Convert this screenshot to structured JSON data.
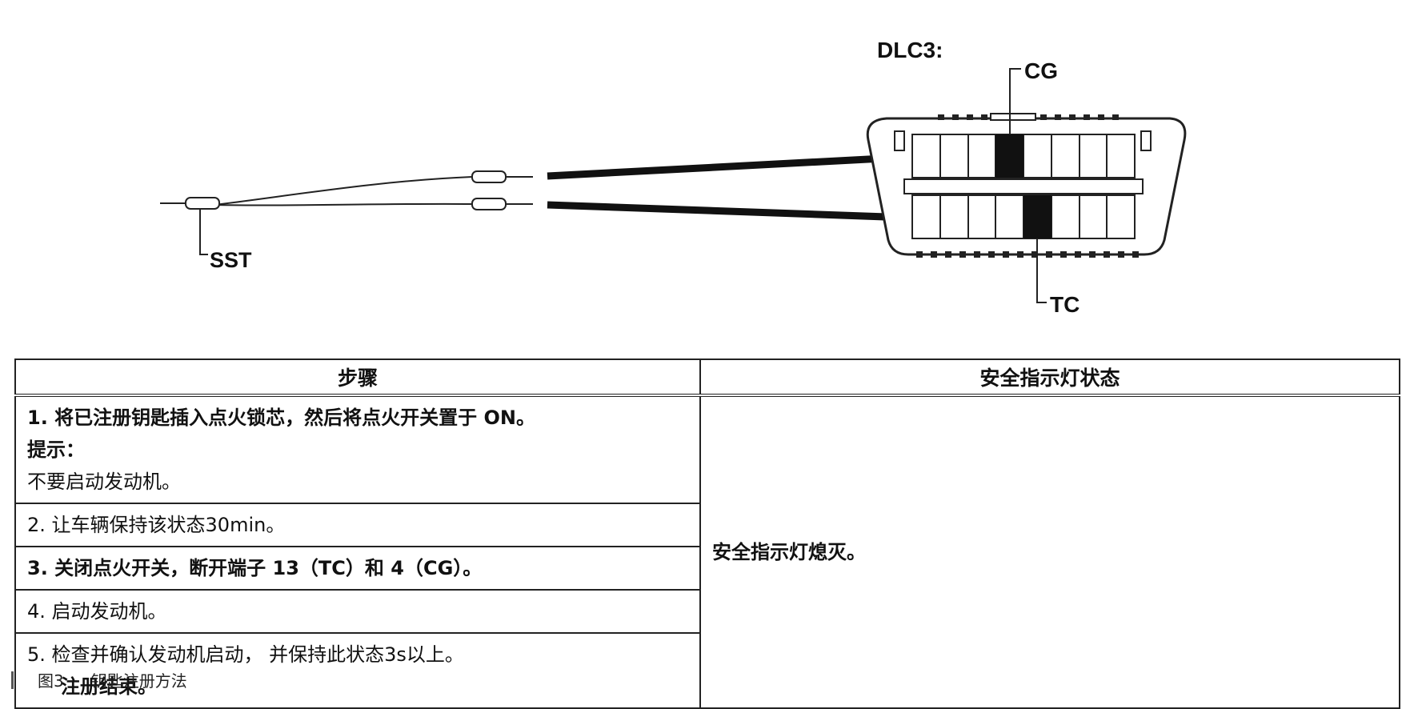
{
  "diagram": {
    "sst_label": "SST",
    "dlc_label": "DLC3:",
    "cg_label": "CG",
    "tc_label": "TC"
  },
  "table": {
    "headers": {
      "steps": "步骤",
      "status": "安全指示灯状态"
    },
    "rows": [
      {
        "line1": "1.  将已注册钥匙插入点火锁芯，然后将点火开关置于 ON。",
        "hint": "提示：",
        "line3": "不要启动发动机。"
      },
      {
        "text": "2.  让车辆保持该状态30min。"
      },
      {
        "text": "3.  关闭点火开关，断开端子 13（TC）和 4（CG）。"
      },
      {
        "text": "4.  启动发动机。"
      },
      {
        "line1": "5.  检查并确认发动机启动，  并保持此状态3s以上。",
        "line2": "注册结束。"
      }
    ],
    "status_text": "安全指示灯熄灭。"
  },
  "caption": {
    "figure_no": "图3",
    "title": "钥匙注册方法"
  }
}
